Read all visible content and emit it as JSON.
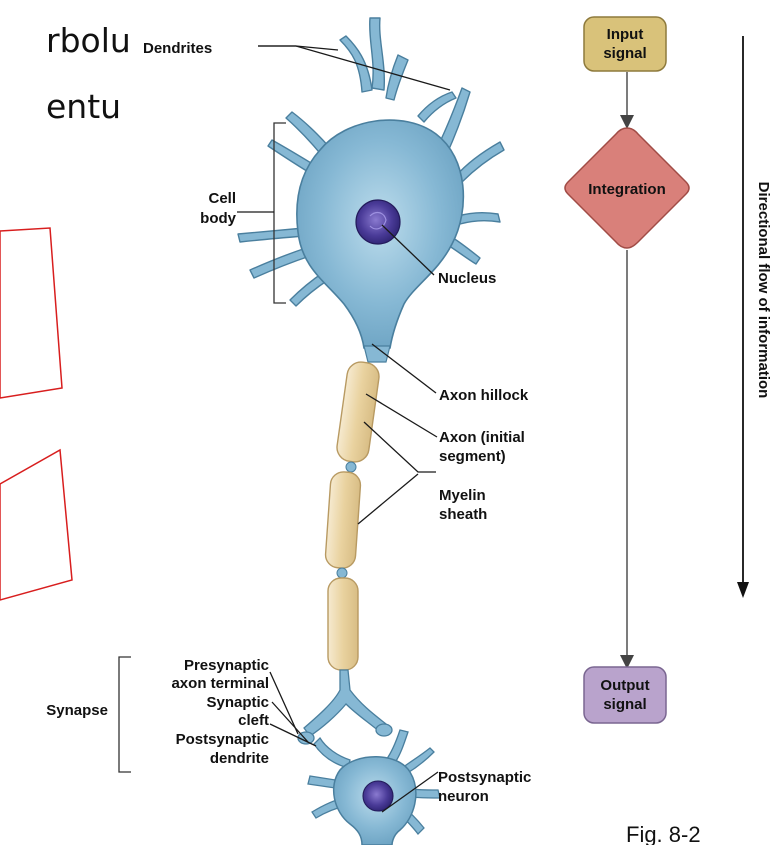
{
  "slide_text": {
    "line1": "rbolu",
    "line2": "entu"
  },
  "labels": {
    "dendrites": "Dendrites",
    "cell_body_1": "Cell",
    "cell_body_2": "body",
    "nucleus": "Nucleus",
    "axon_hillock": "Axon hillock",
    "axon_initial_1": "Axon (initial",
    "axon_initial_2": "segment)",
    "myelin_1": "Myelin",
    "myelin_2": "sheath",
    "presynaptic_1": "Presynaptic",
    "presynaptic_2": "axon terminal",
    "synaptic_cleft_1": "Synaptic",
    "synaptic_cleft_2": "cleft",
    "postsyn_dendrite_1": "Postsynaptic",
    "postsyn_dendrite_2": "dendrite",
    "synapse": "Synapse",
    "postsyn_neuron_1": "Postsynaptic",
    "postsyn_neuron_2": "neuron"
  },
  "flow": {
    "input_1": "Input",
    "input_2": "signal",
    "integration": "Integration",
    "output_1": "Output",
    "output_2": "signal",
    "direction": "Directional flow of information"
  },
  "caption": "Fig. 8-2",
  "colors": {
    "neuron_fill": "#7fb2cf",
    "neuron_light": "#a9cde0",
    "neuron_stroke": "#4a7f9e",
    "nucleus": "#3b2f86",
    "myelin": "#efdcae",
    "input_box": "#d9c27a",
    "integration_box": "#d9807a",
    "output_box": "#b9a3cc",
    "annotation_box": "#d81e1e"
  }
}
